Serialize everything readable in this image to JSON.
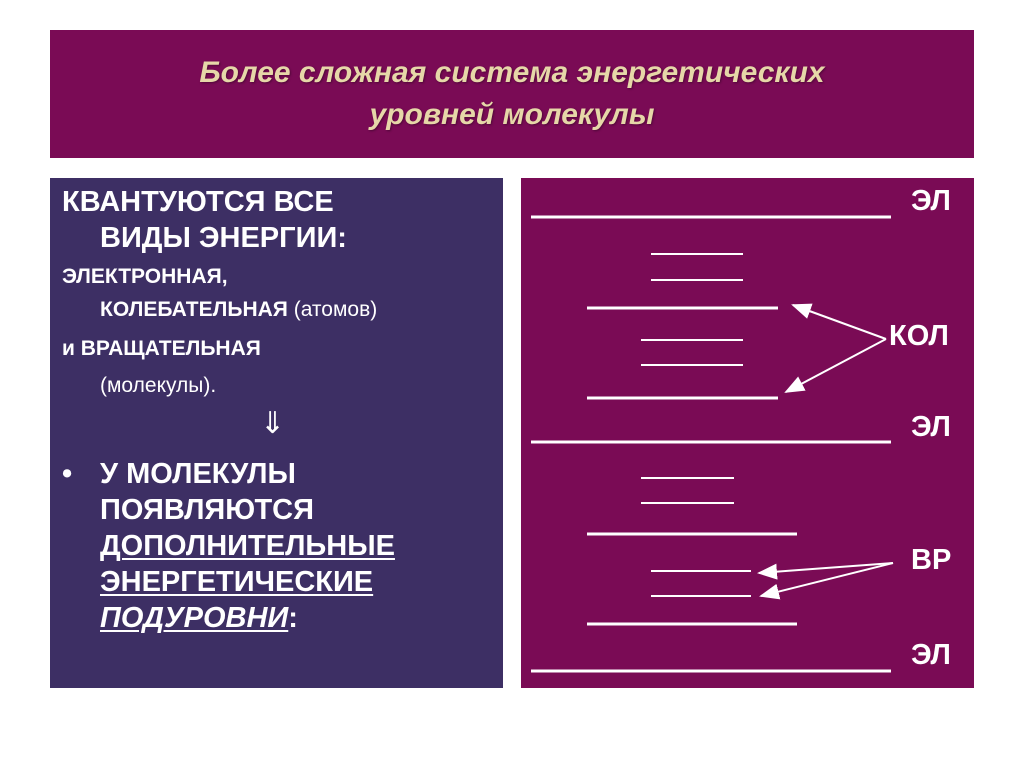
{
  "title": {
    "line1": "Более сложная система энергетических",
    "line2": "уровней молекулы"
  },
  "left": {
    "heading_line1": "КВАНТУЮТСЯ ВСЕ",
    "heading_line2": "ВИДЫ ЭНЕРГИИ:",
    "line_electronic": "ЭЛЕКТРОННАЯ,",
    "line_vibrational": "КОЛЕБАТЕЛЬНАЯ",
    "line_vibrational_suffix": "(атомов)",
    "line_rotational": "и ВРАЩАТЕЛЬНАЯ",
    "line_molecule": "(молекулы).",
    "implies_symbol": "⇓",
    "bullet_symbol": "•",
    "bullet_line1": "У МОЛЕКУЛЫ",
    "bullet_line2": "ПОЯВЛЯЮТСЯ",
    "bullet_line3": "ДОПОЛНИТЕЛЬНЫЕ",
    "bullet_line4": "ЭНЕРГЕТИЧЕСКИЕ",
    "bullet_line5": "ПОДУРОВНИ",
    "bullet_colon": ":"
  },
  "diagram": {
    "label_el_top": "ЭЛ",
    "label_el_mid": "ЭЛ",
    "label_el_bottom": "ЭЛ",
    "label_vib": "КОЛ",
    "label_rot": "ВР",
    "line_color": "#ffffff"
  }
}
